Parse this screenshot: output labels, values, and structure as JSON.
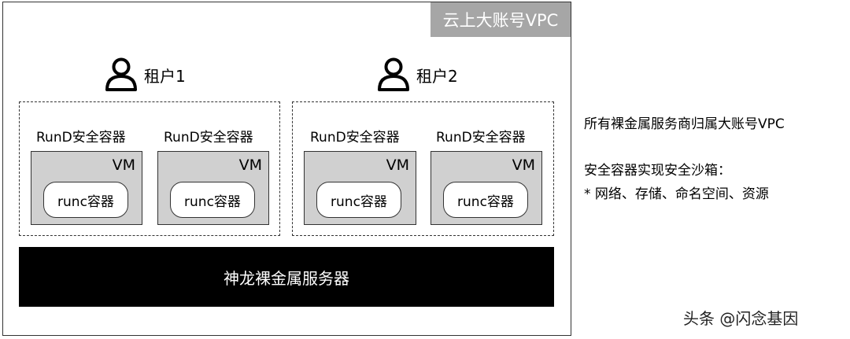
{
  "vpc_label": "云上大账号VPC",
  "tenants": [
    {
      "label": "租户1",
      "containers": [
        {
          "title": "RunD安全容器",
          "vm": "VM",
          "runc": "runc容器"
        },
        {
          "title": "RunD安全容器",
          "vm": "VM",
          "runc": "runc容器"
        }
      ]
    },
    {
      "label": "租户2",
      "containers": [
        {
          "title": "RunD安全容器",
          "vm": "VM",
          "runc": "runc容器"
        },
        {
          "title": "RunD安全容器",
          "vm": "VM",
          "runc": "runc容器"
        }
      ]
    }
  ],
  "server_label": "神龙裸金属服务器",
  "notes": {
    "line1": "所有裸金属服务商归属大账号VPC",
    "line2": "安全容器实现安全沙箱：",
    "line3": "* 网络、存储、命名空间、资源"
  },
  "watermark": "头条 @闪念基因",
  "icons": {
    "tenant": "person-icon"
  }
}
